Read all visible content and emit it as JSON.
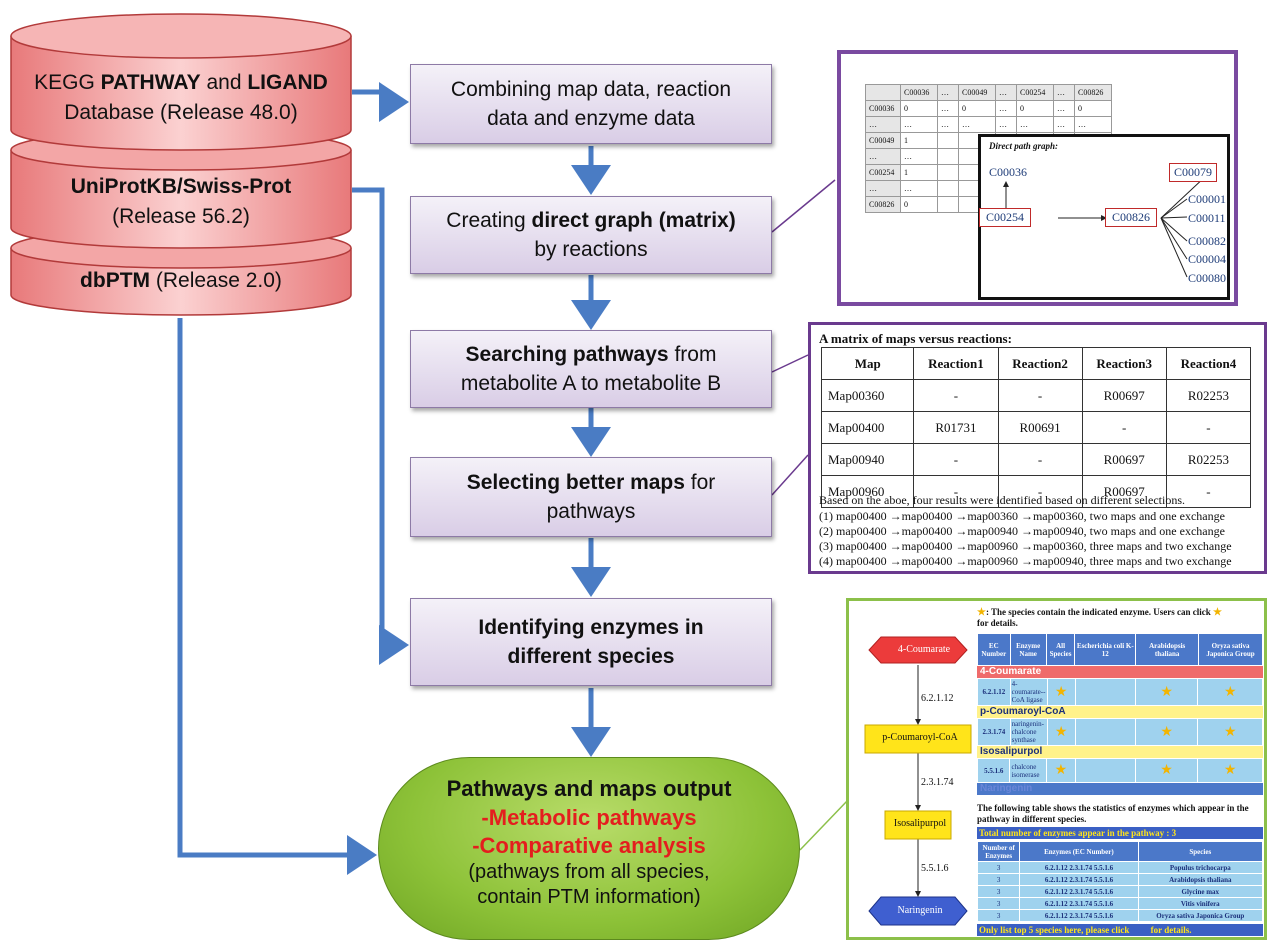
{
  "databases": {
    "kegg": {
      "line1_a": "KEGG ",
      "line1_b": "PATHWAY",
      "line1_c": " and ",
      "line1_d": "LIGAND",
      "line2": "Database (Release 48.0)"
    },
    "uniprot": {
      "line1": "UniProtKB/Swiss-Prot",
      "line2": "(Release 56.2)"
    },
    "dbptm": {
      "name": "dbPTM",
      "release": " (Release 2.0)"
    }
  },
  "steps": {
    "s1": {
      "line1": "Combining map data, reaction",
      "line2": "data and enzyme data"
    },
    "s2": {
      "a": "Creating ",
      "b": "direct graph (matrix)",
      "c": "by reactions"
    },
    "s3": {
      "a": "Searching pathways",
      "b": " from",
      "c": "metabolite A to metabolite B"
    },
    "s4": {
      "a": "Selecting better  maps",
      "b": " for",
      "c": "pathways"
    },
    "s5": {
      "line1": "Identifying enzymes in",
      "line2": "different species"
    }
  },
  "output": {
    "title": "Pathways and maps output",
    "item1": "-Metabolic pathways",
    "item2": "-Comparative analysis",
    "note1": "(pathways from all species,",
    "note2": "contain PTM information)"
  },
  "graph_panel": {
    "matrix_header": [
      "",
      "C00036",
      "…",
      "C00049",
      "…",
      "C00254",
      "…",
      "C00826"
    ],
    "matrix_rows": [
      [
        "C00036",
        "0",
        "…",
        "0",
        "…",
        "0",
        "…",
        "0"
      ],
      [
        "…",
        "…",
        "…",
        "…",
        "…",
        "…",
        "…",
        "…"
      ],
      [
        "C00049",
        "1",
        "",
        "",
        "",
        "",
        "",
        ""
      ],
      [
        "…",
        "…",
        "",
        "",
        "",
        "",
        "",
        ""
      ],
      [
        "C00254",
        "1",
        "",
        "",
        "",
        "",
        "",
        ""
      ],
      [
        "…",
        "…",
        "",
        "",
        "",
        "",
        "",
        ""
      ],
      [
        "C00826",
        "0",
        "",
        "",
        "",
        "",
        "",
        ""
      ]
    ],
    "graph_title": "Direct path graph:",
    "nodes": {
      "c00036": "C00036",
      "c00254": "C00254",
      "c00826": "C00826",
      "c00079": "C00079",
      "c00001": "C00001",
      "c00011": "C00011",
      "c00082": "C00082",
      "c00004": "C00004",
      "c00080": "C00080"
    }
  },
  "map_panel": {
    "title": "A matrix of maps versus reactions:",
    "headers": [
      "Map",
      "Reaction1",
      "Reaction2",
      "Reaction3",
      "Reaction4"
    ],
    "rows": [
      [
        "Map00360",
        "-",
        "-",
        "R00697",
        "R02253"
      ],
      [
        "Map00400",
        "R01731",
        "R00691",
        "-",
        "-"
      ],
      [
        "Map00940",
        "-",
        "-",
        "R00697",
        "R02253"
      ],
      [
        "Map00960",
        "-",
        "-",
        "R00697",
        "-"
      ]
    ],
    "summary": "Based on the aboe, four results were identified based on different selections.",
    "results": [
      "(1) map00400 →map00400 →map00360 →map00360, two maps and one exchange",
      "(2) map00400 →map00400 →map00940 →map00940, two maps and one exchange",
      "(3) map00400 →map00400 →map00960 →map00360, three maps and two exchange",
      "(4) map00400 →map00400 →map00960 →map00940, three maps and two exchange"
    ]
  },
  "species_panel": {
    "pathway_nodes": [
      "4-Coumarate",
      "p-Coumaroyl-CoA",
      "Isosalipurpol",
      "Naringenin"
    ],
    "edge_labels": [
      "6.2.1.12",
      "2.3.1.74",
      "5.5.1.6"
    ],
    "star_note": ": The species contain the indicated enzyme. Users can click",
    "star_note2": "for details.",
    "enzyme_headers": [
      "EC Number",
      "Enzyme Name",
      "All Species",
      "Escherichia coli K-12",
      "Arabidopsis thaliana",
      "Oryza sativa Japonica Group"
    ],
    "compounds": [
      "4-Coumarate",
      "p-Coumaroyl-CoA",
      "Isosalipurpol",
      "Naringenin"
    ],
    "enzymes": [
      {
        "ec": "6.2.1.12",
        "name": "4-coumarate--CoA ligase"
      },
      {
        "ec": "2.3.1.74",
        "name": "naringenin-chalcone synthase"
      },
      {
        "ec": "5.5.1.6",
        "name": "chalcone isomerase"
      }
    ],
    "stats_intro": "The following table shows the statistics of enzymes which appear in the pathway in different species.",
    "total_label": "Total number of enzymes appear in the pathway : 3",
    "stats_headers": [
      "Number of Enzymes",
      "Enzymes (EC Number)",
      "Species"
    ],
    "stats_rows": [
      [
        "3",
        "6.2.1.12  2.3.1.74  5.5.1.6",
        "Populus trichocarpa"
      ],
      [
        "3",
        "6.2.1.12  2.3.1.74  5.5.1.6",
        "Arabidopsis thaliana"
      ],
      [
        "3",
        "6.2.1.12  2.3.1.74  5.5.1.6",
        "Glycine max"
      ],
      [
        "3",
        "6.2.1.12  2.3.1.74  5.5.1.6",
        "Vitis vinifera"
      ],
      [
        "3",
        "6.2.1.12  2.3.1.74  5.5.1.6",
        "Oryza sativa Japonica Group"
      ]
    ],
    "footer_a": "Only list top 5 species here, please click",
    "footer_b": "for details."
  }
}
